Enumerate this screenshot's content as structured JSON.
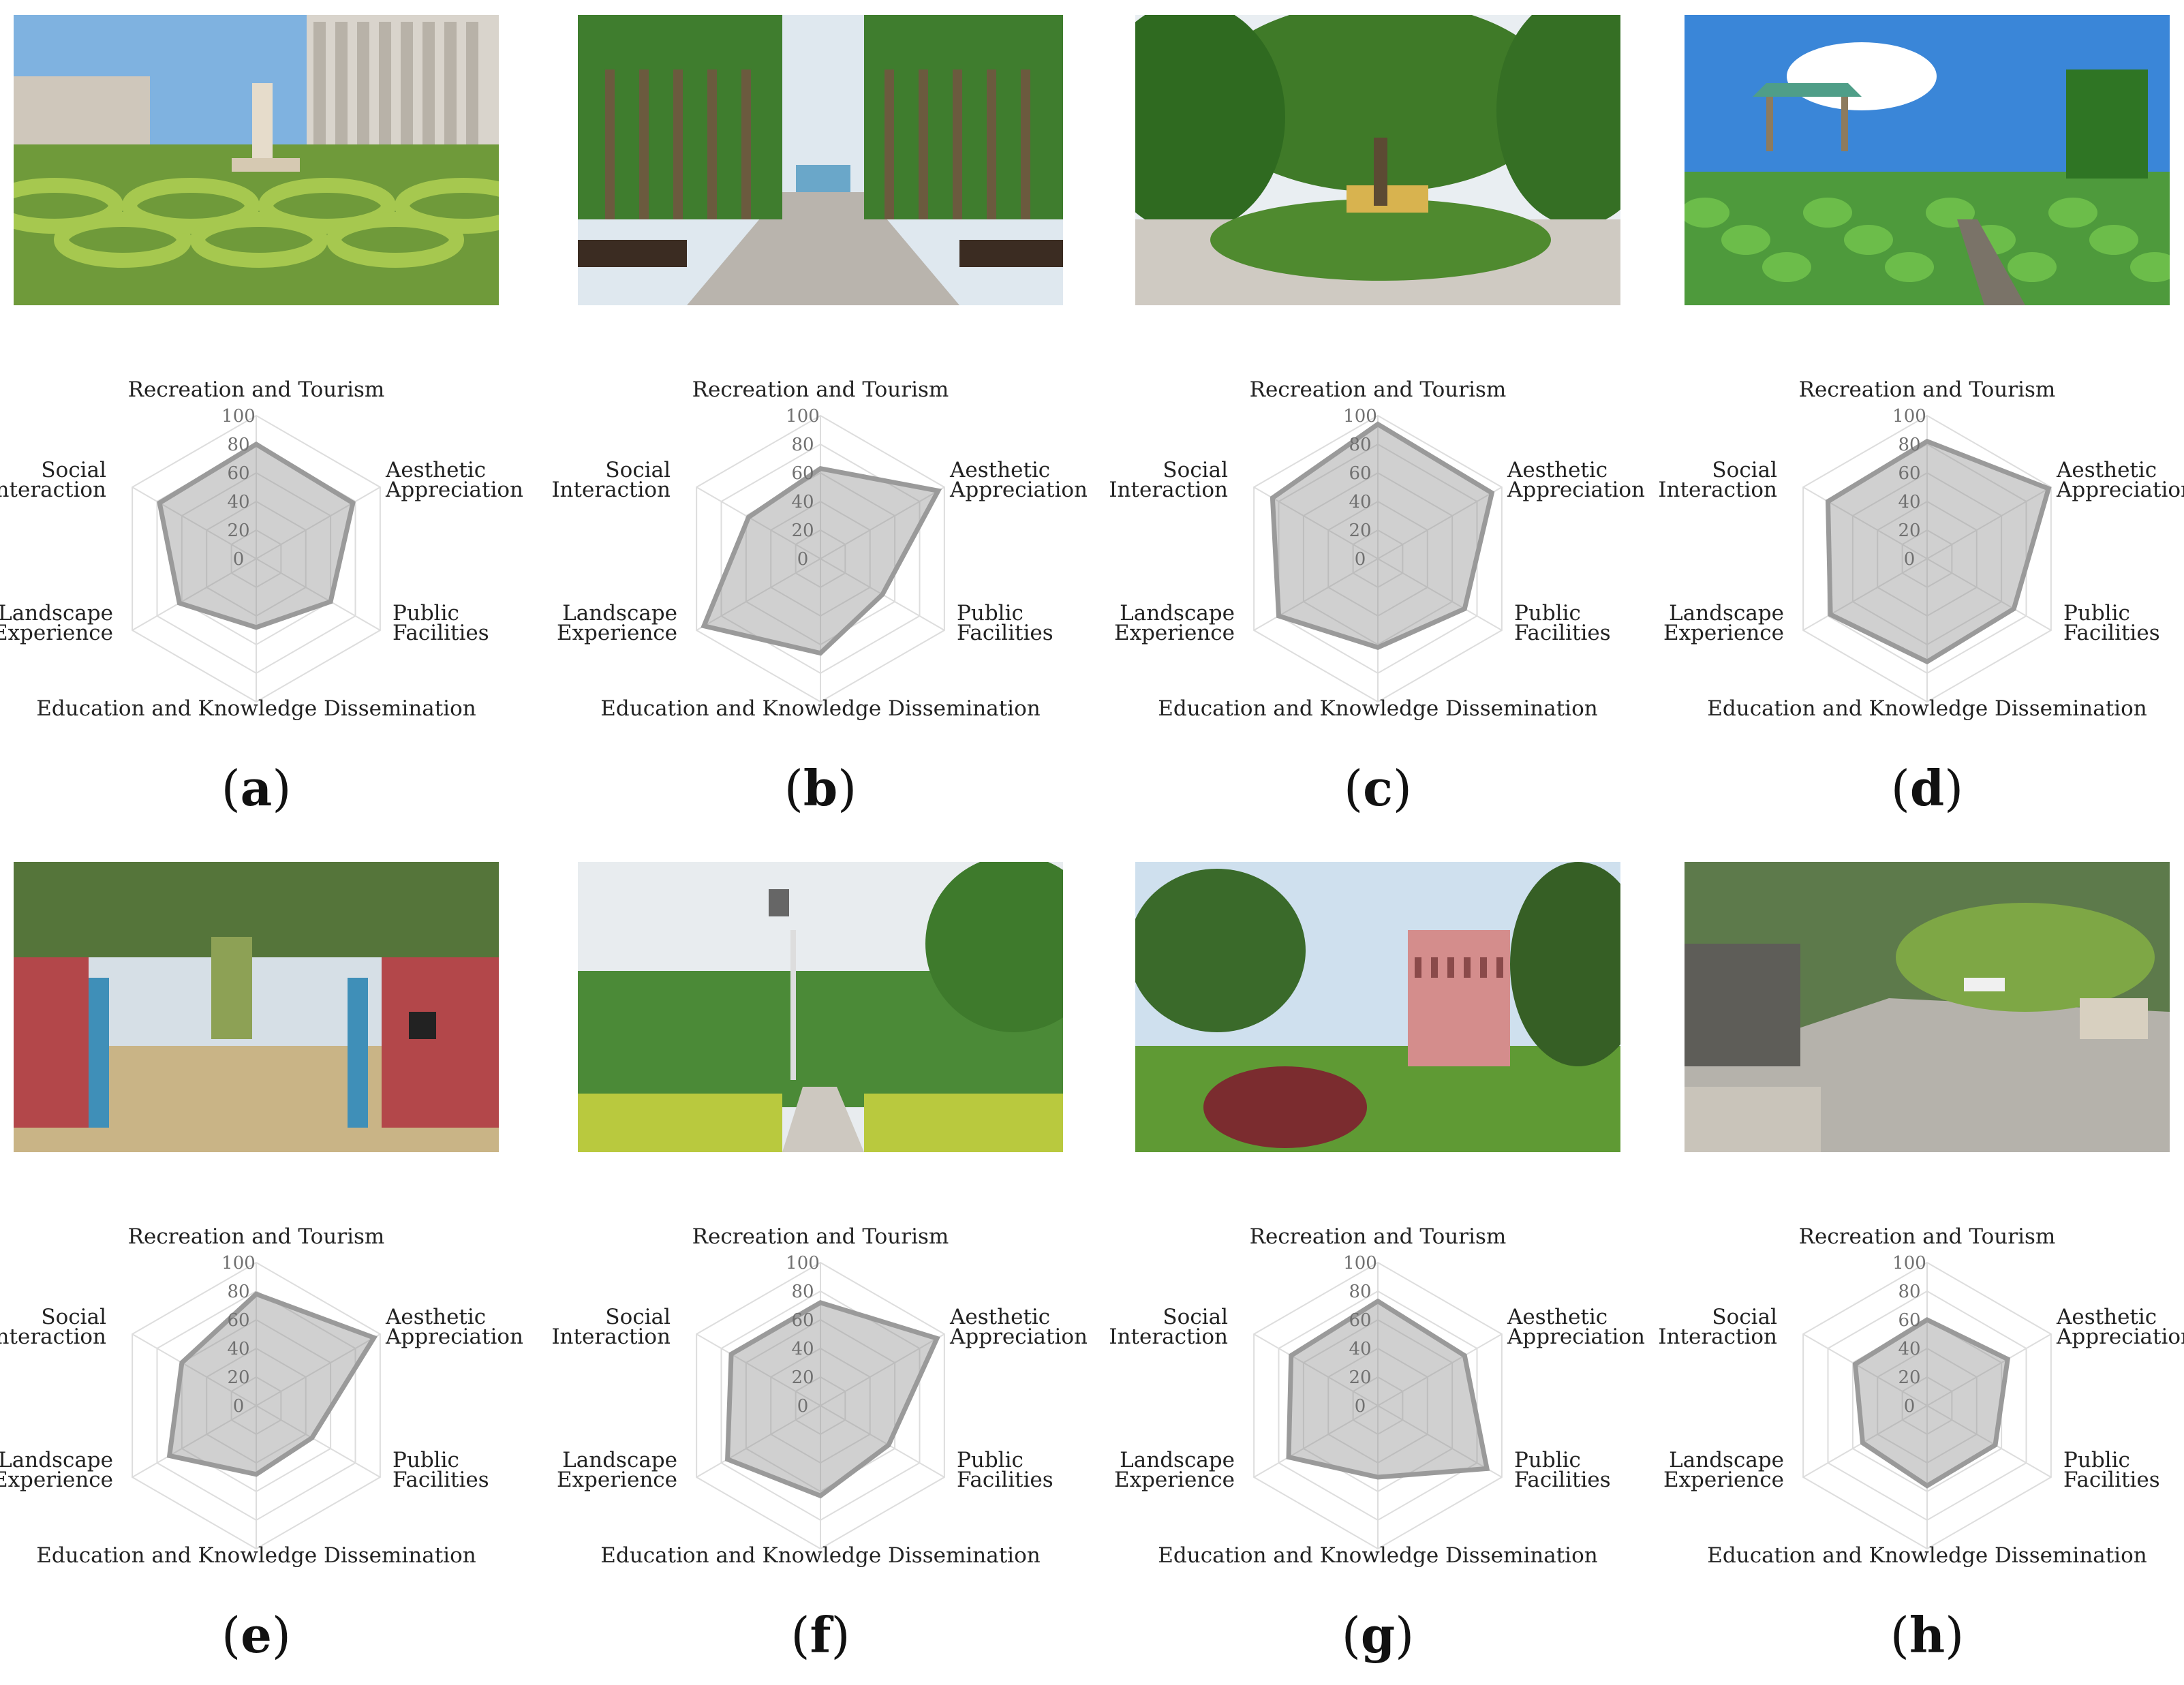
{
  "figure": {
    "axis_labels": [
      [
        "Recreation and Tourism"
      ],
      [
        "Aesthetic",
        "Appreciation"
      ],
      [
        "Public",
        "Facilities"
      ],
      [
        "Education and Knowledge Dissemination"
      ],
      [
        "Landscape",
        "Experience"
      ],
      [
        "Social",
        "Interaction"
      ]
    ],
    "tick_labels": [
      "0",
      "20",
      "40",
      "60",
      "80",
      "100"
    ]
  },
  "chart_data": [
    {
      "type": "radar",
      "panel": "(a)",
      "letter": "a",
      "photo": "garden-maze-fountain",
      "axes": [
        "Recreation and Tourism",
        "Aesthetic Appreciation",
        "Public Facilities",
        "Education and Knowledge Dissemination",
        "Landscape Experience",
        "Social Interaction"
      ],
      "values": [
        80,
        78,
        60,
        48,
        62,
        78
      ],
      "rlim": [
        0,
        100
      ],
      "ticks": [
        0,
        20,
        40,
        60,
        80,
        100
      ]
    },
    {
      "type": "radar",
      "panel": "(b)",
      "letter": "b",
      "photo": "tree-avenue-benches",
      "axes": [
        "Recreation and Tourism",
        "Aesthetic Appreciation",
        "Public Facilities",
        "Education and Knowledge Dissemination",
        "Landscape Experience",
        "Social Interaction"
      ],
      "values": [
        63,
        95,
        50,
        66,
        94,
        58
      ],
      "rlim": [
        0,
        100
      ],
      "ticks": [
        0,
        20,
        40,
        60,
        80,
        100
      ]
    },
    {
      "type": "radar",
      "panel": "(c)",
      "letter": "c",
      "photo": "park-tree-path",
      "axes": [
        "Recreation and Tourism",
        "Aesthetic Appreciation",
        "Public Facilities",
        "Education and Knowledge Dissemination",
        "Landscape Experience",
        "Social Interaction"
      ],
      "values": [
        94,
        92,
        70,
        62,
        80,
        85
      ],
      "rlim": [
        0,
        100
      ],
      "ticks": [
        0,
        20,
        40,
        60,
        80,
        100
      ]
    },
    {
      "type": "radar",
      "panel": "(d)",
      "letter": "d",
      "photo": "lotus-pond-pavilion",
      "axes": [
        "Recreation and Tourism",
        "Aesthetic Appreciation",
        "Public Facilities",
        "Education and Knowledge Dissemination",
        "Landscape Experience",
        "Social Interaction"
      ],
      "values": [
        82,
        98,
        70,
        72,
        78,
        80
      ],
      "rlim": [
        0,
        100
      ],
      "ticks": [
        0,
        20,
        40,
        60,
        80,
        100
      ]
    },
    {
      "type": "radar",
      "panel": "(e)",
      "letter": "e",
      "photo": "playground-brick-gate",
      "axes": [
        "Recreation and Tourism",
        "Aesthetic Appreciation",
        "Public Facilities",
        "Education and Knowledge Dissemination",
        "Landscape Experience",
        "Social Interaction"
      ],
      "values": [
        78,
        95,
        45,
        48,
        70,
        60
      ],
      "rlim": [
        0,
        100
      ],
      "ticks": [
        0,
        20,
        40,
        60,
        80,
        100
      ]
    },
    {
      "type": "radar",
      "panel": "(f)",
      "letter": "f",
      "photo": "cable-car-walkway",
      "axes": [
        "Recreation and Tourism",
        "Aesthetic Appreciation",
        "Public Facilities",
        "Education and Knowledge Dissemination",
        "Landscape Experience",
        "Social Interaction"
      ],
      "values": [
        72,
        94,
        55,
        63,
        75,
        72
      ],
      "rlim": [
        0,
        100
      ],
      "ticks": [
        0,
        20,
        40,
        60,
        80,
        100
      ]
    },
    {
      "type": "radar",
      "panel": "(g)",
      "letter": "g",
      "photo": "pink-tower-garden",
      "axes": [
        "Recreation and Tourism",
        "Aesthetic Appreciation",
        "Public Facilities",
        "Education and Knowledge Dissemination",
        "Landscape Experience",
        "Social Interaction"
      ],
      "values": [
        73,
        70,
        88,
        50,
        72,
        70
      ],
      "rlim": [
        0,
        100
      ],
      "ticks": [
        0,
        20,
        40,
        60,
        80,
        100
      ]
    },
    {
      "type": "radar",
      "panel": "(h)",
      "letter": "h",
      "photo": "stone-path-plaza",
      "axes": [
        "Recreation and Tourism",
        "Aesthetic Appreciation",
        "Public Facilities",
        "Education and Knowledge Dissemination",
        "Landscape Experience",
        "Social Interaction"
      ],
      "values": [
        60,
        65,
        55,
        56,
        52,
        58
      ],
      "rlim": [
        0,
        100
      ],
      "ticks": [
        0,
        20,
        40,
        60,
        80,
        100
      ]
    }
  ]
}
